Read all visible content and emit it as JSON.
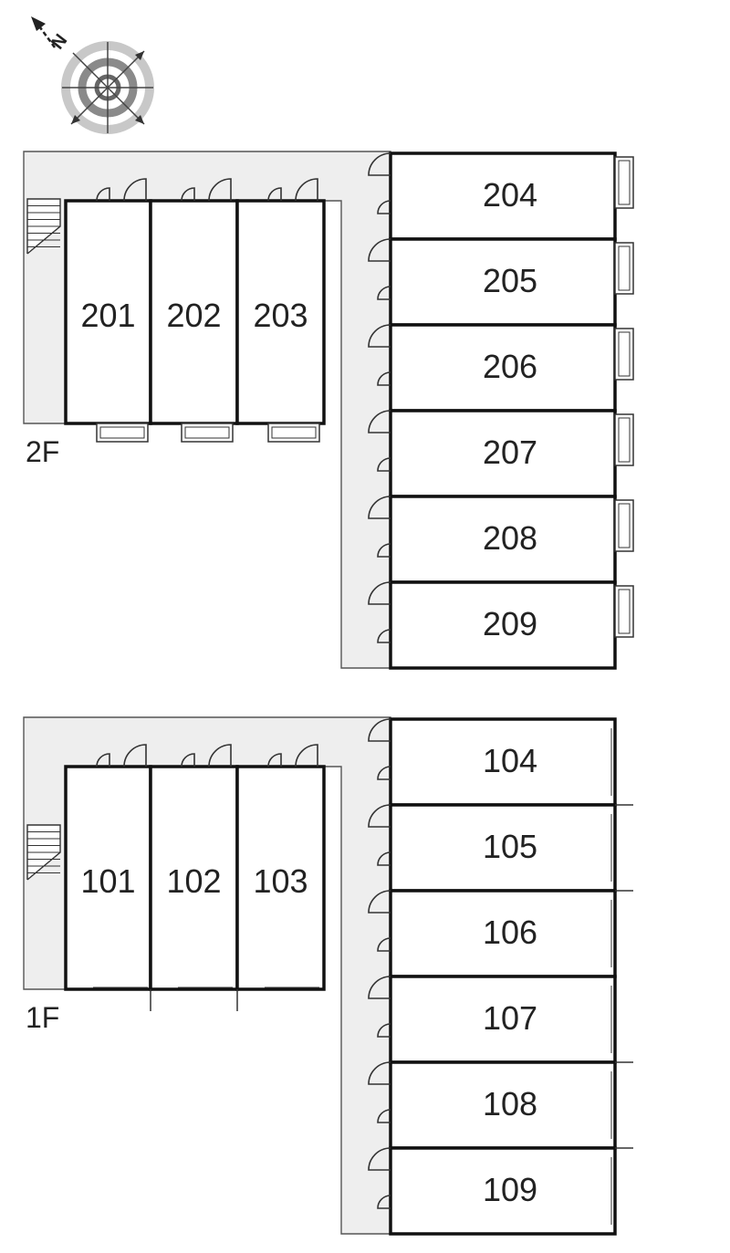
{
  "compass": {
    "letter": "N",
    "icon": "compass-rose-icon"
  },
  "floors": [
    {
      "label": "2F",
      "west_units": [
        "201",
        "202",
        "203"
      ],
      "east_units": [
        "204",
        "205",
        "206",
        "207",
        "208",
        "209"
      ]
    },
    {
      "label": "1F",
      "west_units": [
        "101",
        "102",
        "103"
      ],
      "east_units": [
        "104",
        "105",
        "106",
        "107",
        "108",
        "109"
      ]
    }
  ],
  "colors": {
    "corridor": "#eeeeee",
    "wall": "#111111",
    "line": "#555555"
  }
}
